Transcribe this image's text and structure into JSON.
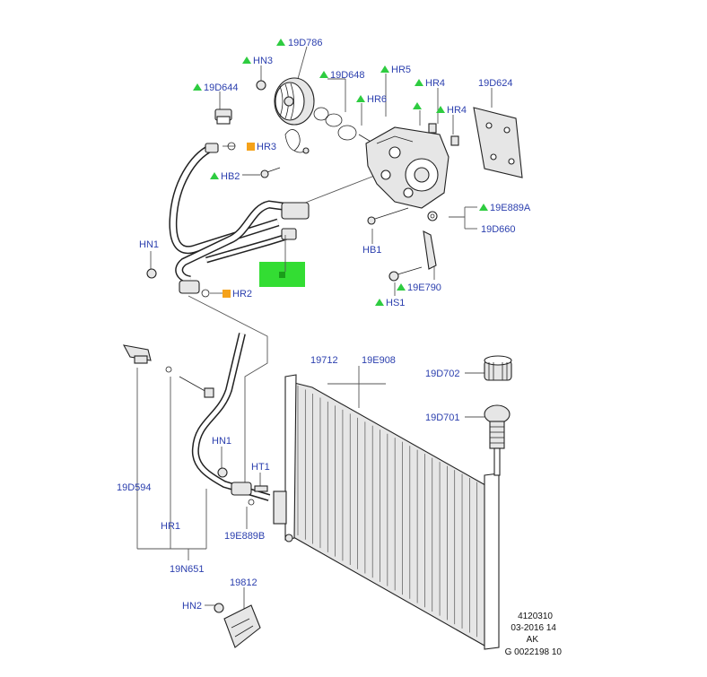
{
  "labels": {
    "19D786": "19D786",
    "HN3": "HN3",
    "19D648": "19D648",
    "HR5": "HR5",
    "19D644": "19D644",
    "HR6": "HR6",
    "HR4a": "HR4",
    "HR4b": "HR4",
    "19D624": "19D624",
    "HR3": "HR3",
    "HB2": "HB2",
    "19E889A": "19E889A",
    "19D660": "19D660",
    "HN1a": "HN1",
    "HB1": "HB1",
    "19E790": "19E790",
    "HR2": "HR2",
    "HS1": "HS1",
    "19712": "19712",
    "19E908": "19E908",
    "19D702": "19D702",
    "19D701": "19D701",
    "HN1b": "HN1",
    "HT1": "HT1",
    "19D594": "19D594",
    "HR1": "HR1",
    "19E889B": "19E889B",
    "19N651": "19N651",
    "HN2": "HN2",
    "19812": "19812"
  },
  "reference": {
    "line1": "4120310",
    "line2": "03-2016 14",
    "line3": "AK",
    "line4": "G 0022198 10"
  },
  "colors": {
    "label": "#2b3fae",
    "triangle": "#2ecc40",
    "square": "#f5a21a",
    "highlight": "#33dd33"
  }
}
